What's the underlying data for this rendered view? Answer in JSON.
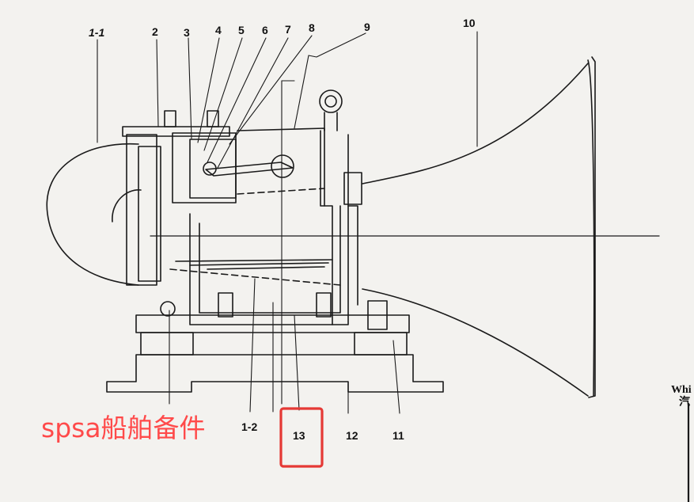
{
  "diagram": {
    "part_labels": [
      "1-1",
      "2",
      "3",
      "4",
      "5",
      "6",
      "7",
      "8",
      "9",
      "10",
      "13",
      "12",
      "11"
    ],
    "partial_label": "1-2",
    "highlight_color": "#e53935",
    "line_color": "#1a1a1a"
  },
  "watermark": {
    "text": "spsa船舶备件",
    "color": "#ff4a4a"
  },
  "side_text": {
    "line1": "Whi",
    "line2": "汽"
  }
}
